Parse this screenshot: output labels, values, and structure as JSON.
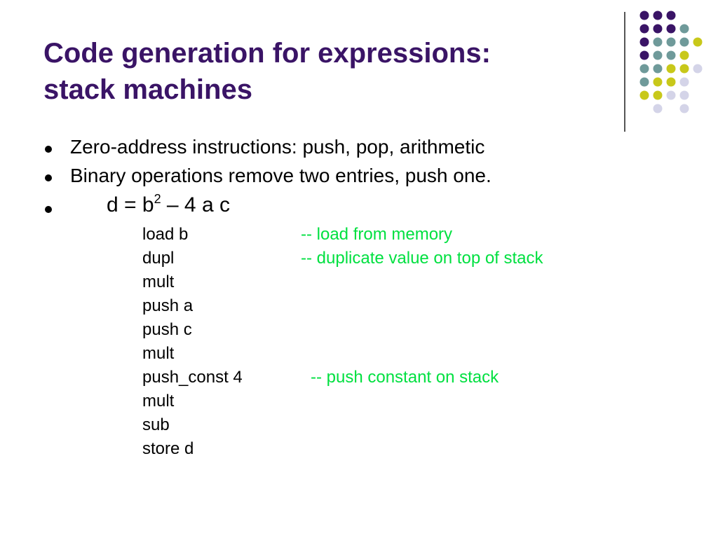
{
  "slide": {
    "title_line1": "Code generation for expressions:",
    "title_line2": "stack machines",
    "bullets": [
      "Zero-address instructions: push, pop, arithmetic",
      "Binary operations remove two entries, push one."
    ],
    "formula": {
      "lhs": "d = b",
      "exponent": "2",
      "rhs": " – 4 a c"
    },
    "code": [
      {
        "instr": "load b",
        "comment": "-- load from memory"
      },
      {
        "instr": "dupl",
        "comment": "-- duplicate value on top of stack"
      },
      {
        "instr": "mult",
        "comment": ""
      },
      {
        "instr": "push a",
        "comment": ""
      },
      {
        "instr": "push c",
        "comment": ""
      },
      {
        "instr": "mult",
        "comment": ""
      },
      {
        "instr": "push_const 4",
        "comment": "--  push constant on stack"
      },
      {
        "instr": "mult",
        "comment": ""
      },
      {
        "instr": "sub",
        "comment": ""
      },
      {
        "instr": "store d",
        "comment": ""
      }
    ]
  },
  "theme": {
    "title_color": "#3a1466",
    "comment_color": "#00e040",
    "dot_colors": {
      "purple": "#3a1466",
      "teal": "#6f9a9a",
      "yellow": "#c8c81a",
      "lavender": "#d4d4e8"
    }
  }
}
